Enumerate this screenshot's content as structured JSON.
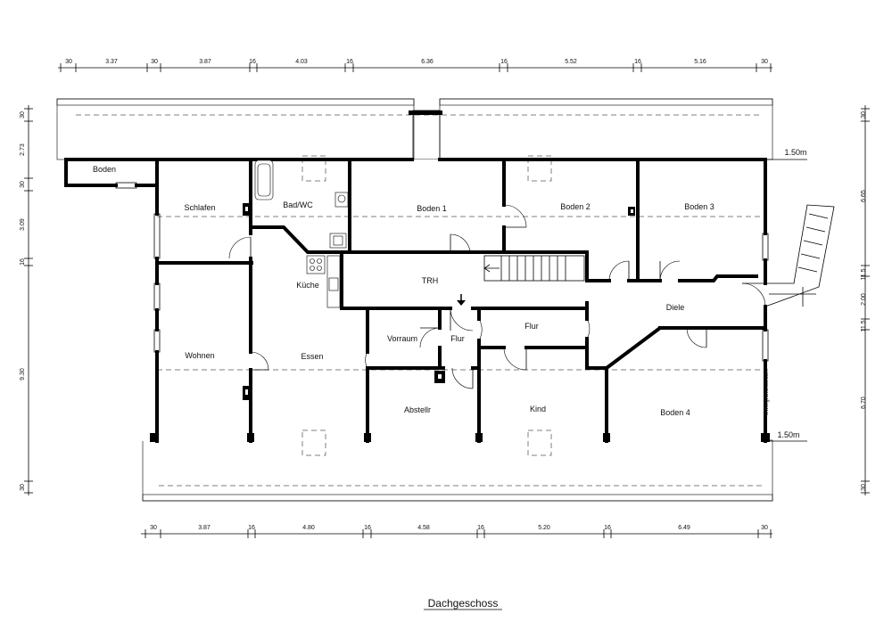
{
  "title": "Dachgeschoss",
  "watermark": "www.grundriss.com",
  "rooms": {
    "boden": "Boden",
    "schlafen": "Schlafen",
    "bad": "Bad/WC",
    "boden1": "Boden 1",
    "boden2": "Boden 2",
    "boden3": "Boden 3",
    "kueche": "Küche",
    "trh": "TRH",
    "diele": "Diele",
    "wohnen": "Wohnen",
    "essen": "Essen",
    "vorraum": "Vorraum",
    "flur1": "Flur",
    "flur2": "Flur",
    "abstellr": "Abstellr",
    "kind": "Kind",
    "boden4": "Boden 4"
  },
  "annotations": {
    "upper_height": "1.50m",
    "lower_height": "1.50m"
  },
  "dims_top": [
    "30",
    "3.37",
    "30",
    "3.87",
    "16",
    "4.03",
    "16",
    "6.36",
    "16",
    "5.52",
    "16",
    "5.16",
    "30"
  ],
  "dims_bottom": [
    "30",
    "3.87",
    "16",
    "4.80",
    "16",
    "4.58",
    "16",
    "5.20",
    "16",
    "6.49",
    "30"
  ],
  "dims_left": [
    "30",
    "2.73",
    "30",
    "3.09",
    "16",
    "9.30",
    "30"
  ],
  "dims_right": [
    "30",
    "6.65",
    "11.5",
    "2.00",
    "11.5",
    "6.70",
    "30"
  ]
}
